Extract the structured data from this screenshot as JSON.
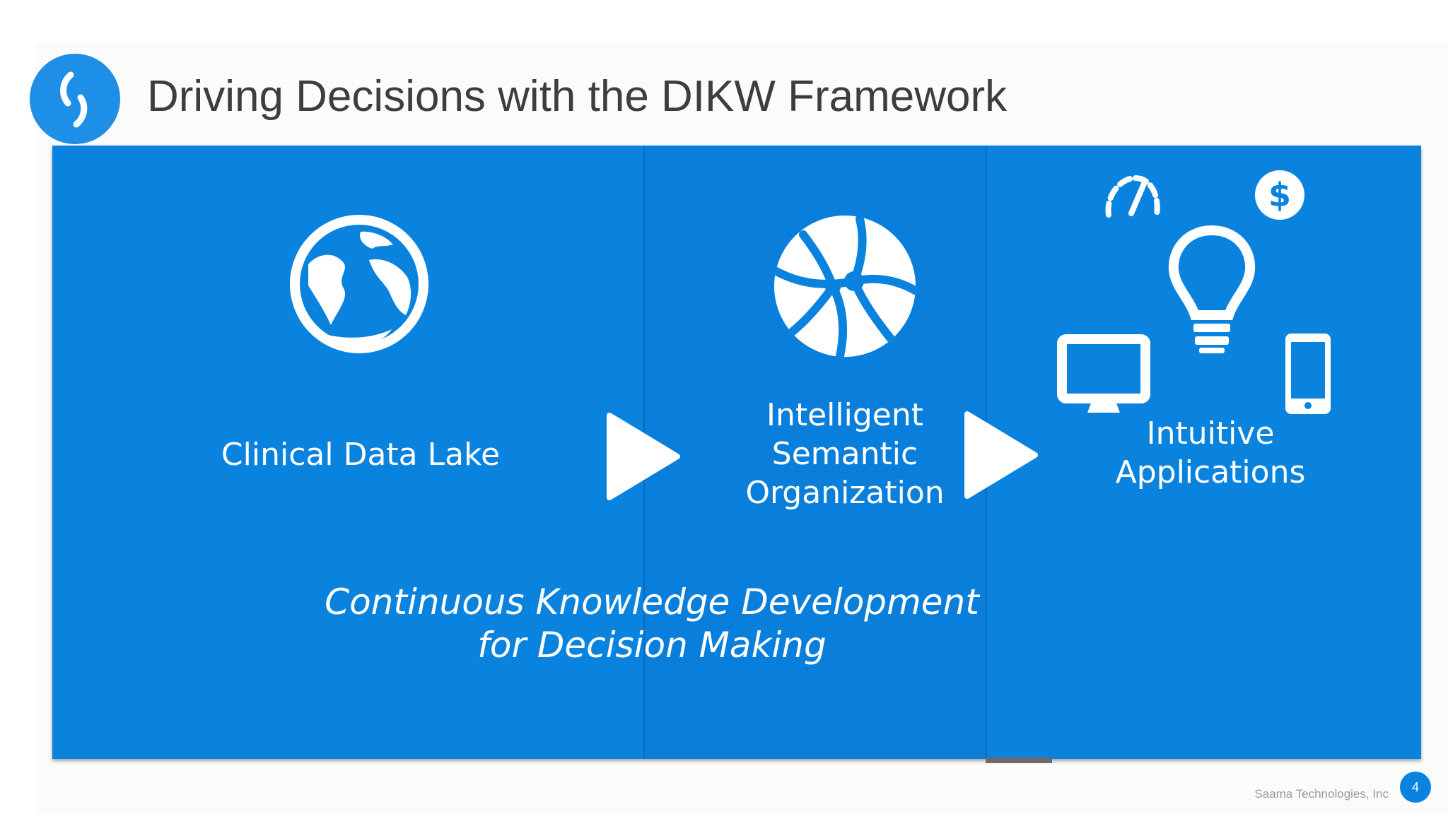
{
  "slide": {
    "title": "Driving Decisions with the DIKW Framework",
    "accent_color": "#0a83df",
    "footer_text": "Saama Technologies, Inc",
    "page_number": "4"
  },
  "panel": {
    "columns": [
      {
        "label": "Clinical Data Lake",
        "icon": "globe-icon"
      },
      {
        "label_lines": [
          "Intelligent",
          "Semantic",
          "Organization"
        ],
        "icon": "network-globe-icon"
      },
      {
        "label_lines": [
          "Intuitive",
          "Applications"
        ],
        "icons": [
          "lightbulb-icon",
          "speedometer-icon",
          "dollar-icon",
          "monitor-icon",
          "smartphone-icon"
        ]
      }
    ],
    "arrows": [
      "play-arrow-icon",
      "play-arrow-icon"
    ],
    "tagline_lines": [
      "Continuous Knowledge Development",
      "for Decision Making"
    ]
  }
}
